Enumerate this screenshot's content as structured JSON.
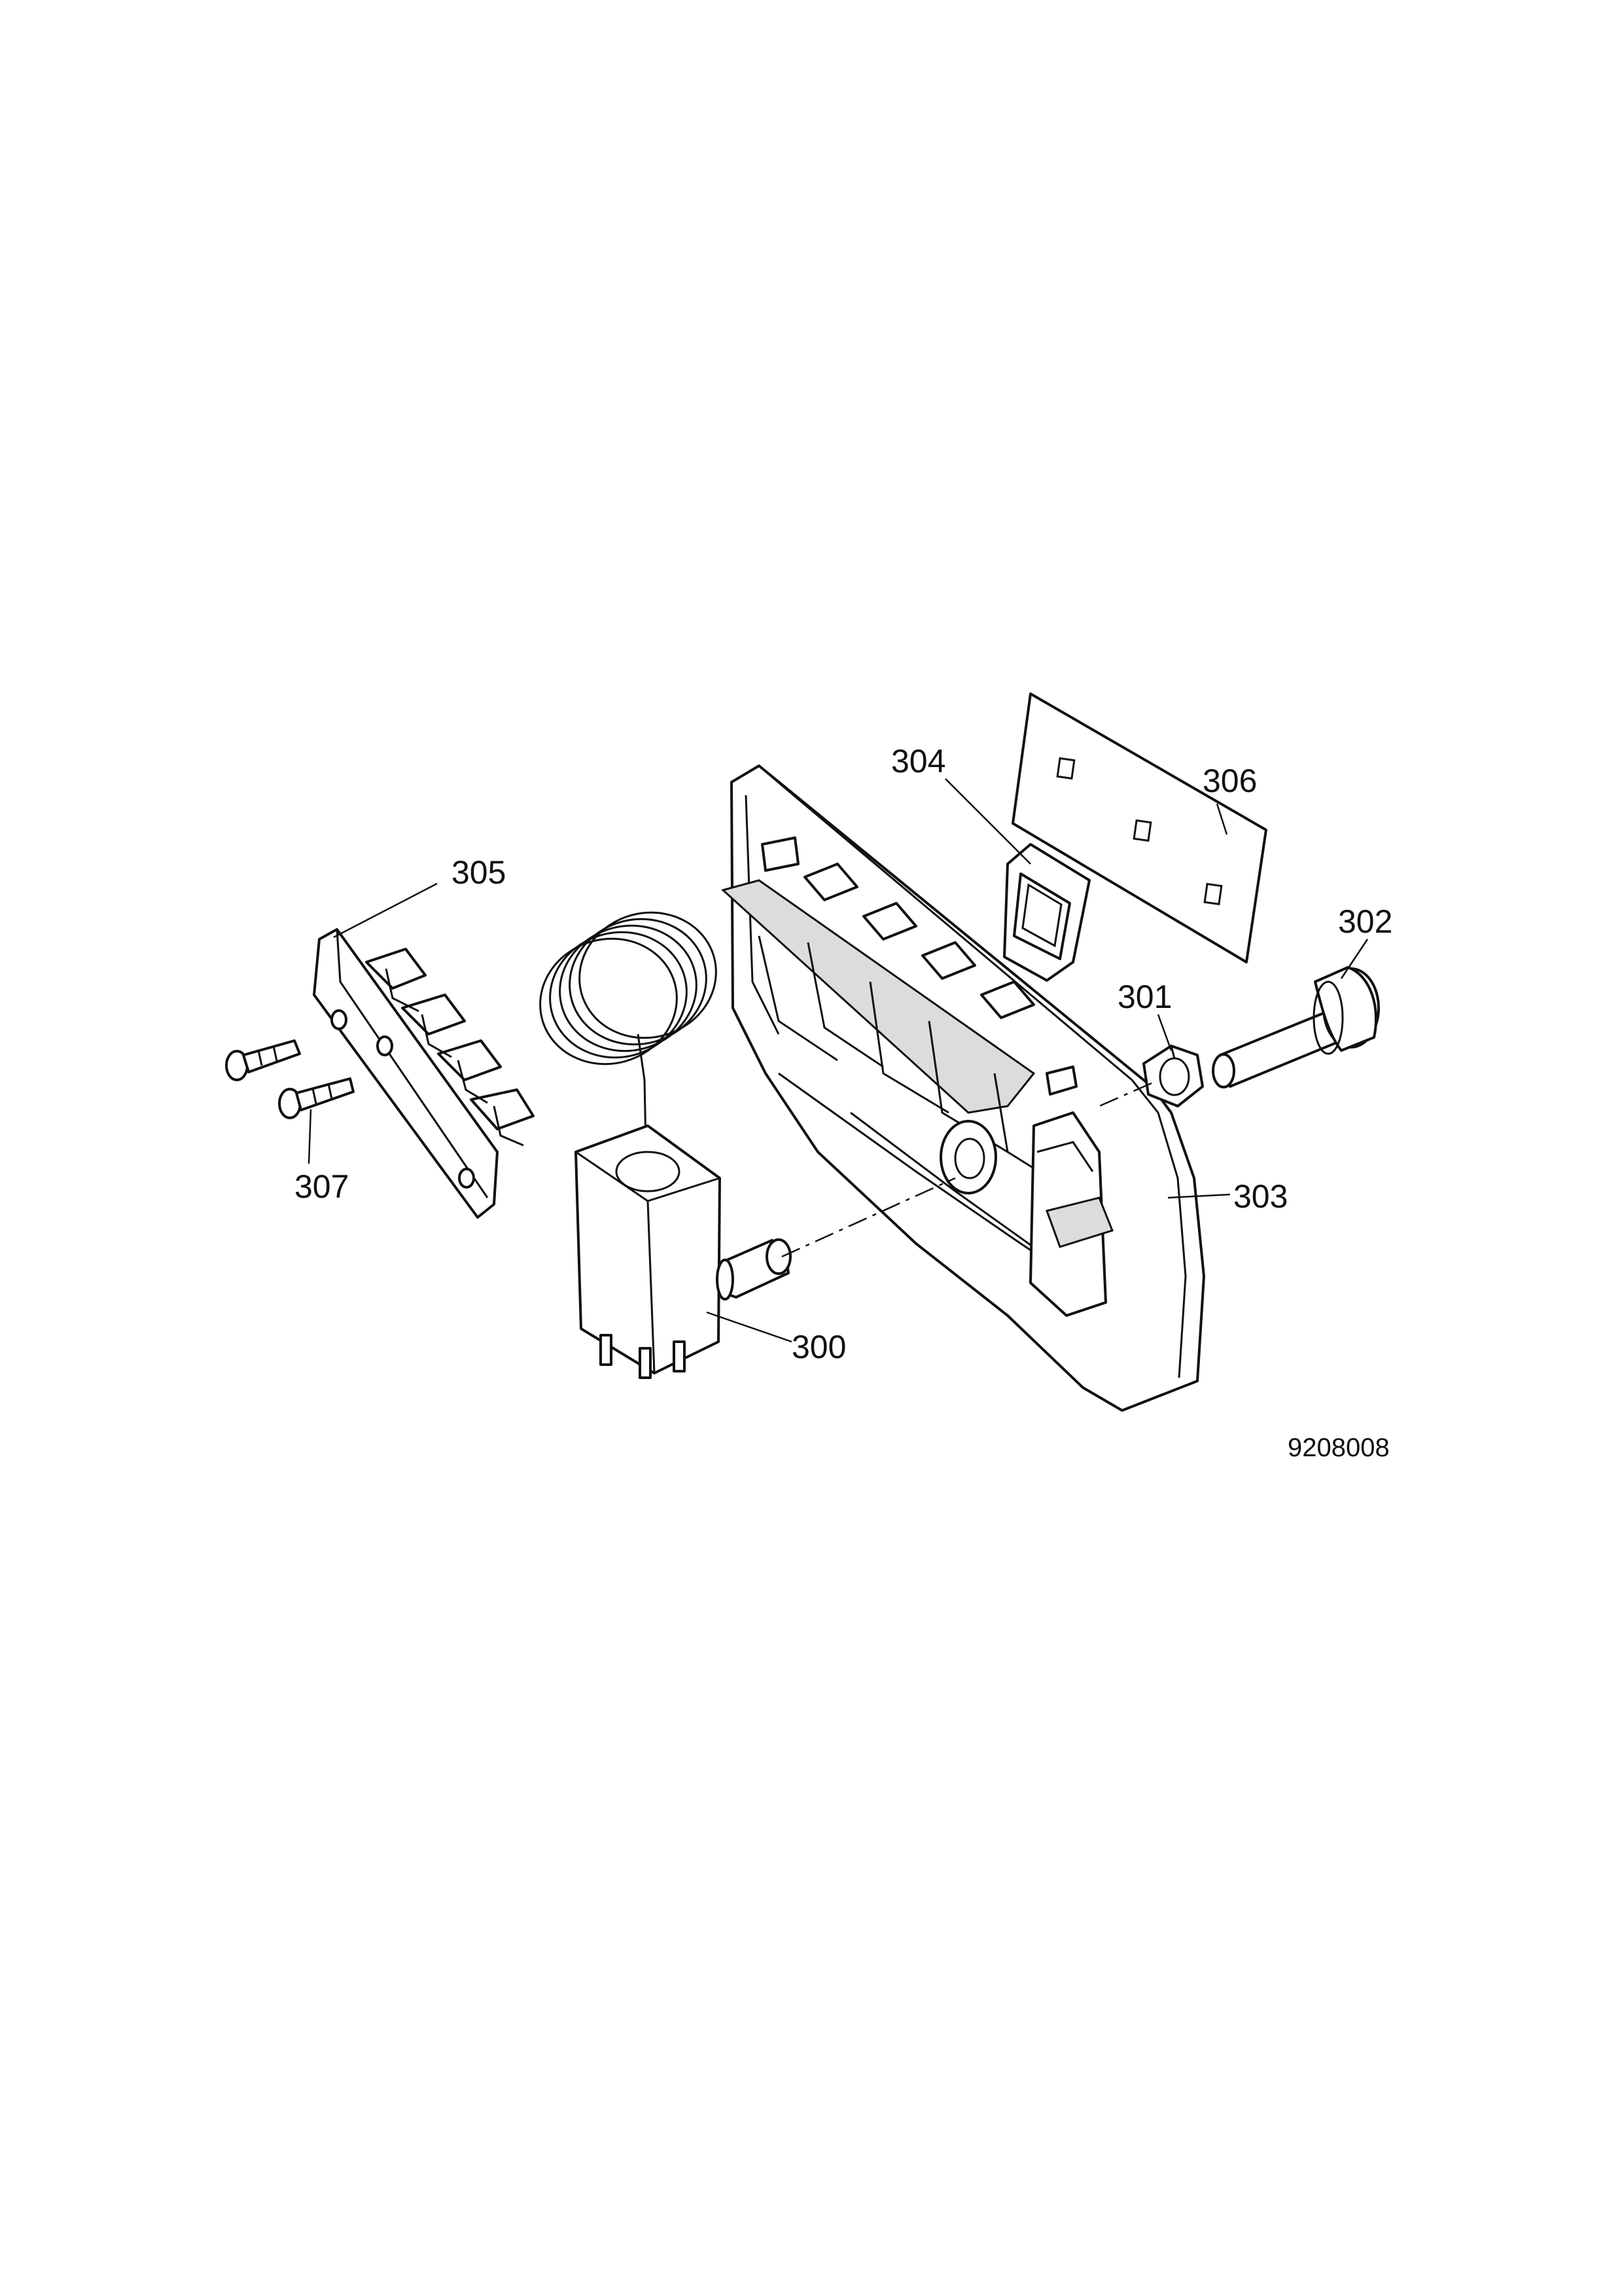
{
  "figure": {
    "drawing_number": "9208008",
    "parts": [
      {
        "id": "300",
        "label": "300"
      },
      {
        "id": "301",
        "label": "301"
      },
      {
        "id": "302",
        "label": "302"
      },
      {
        "id": "303",
        "label": "303"
      },
      {
        "id": "304",
        "label": "304"
      },
      {
        "id": "305",
        "label": "305"
      },
      {
        "id": "306",
        "label": "306"
      },
      {
        "id": "307",
        "label": "307"
      }
    ]
  }
}
